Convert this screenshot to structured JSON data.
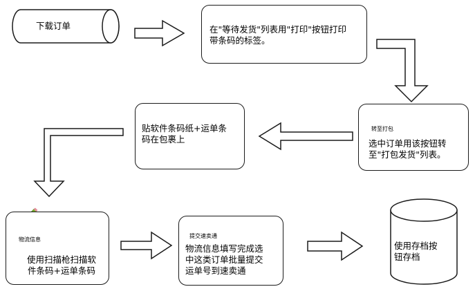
{
  "nodes": {
    "download": "下载订单",
    "print": "在\"等待发货\"列表用\"打印\"按钮打印\n带条码的标签。",
    "transfer": "选中订单用该按钮转\n至\"打包发货\"列表。",
    "paste": "贴软件条码纸+运单条\n码在包裹上",
    "scan": "使用扫描枪扫描软\n件条码+运单条码",
    "submit": "物流信息填写完成选\n中这类订单批量提交\n运单号到速卖通",
    "archive": "使用存档按\n钮存档"
  },
  "buttons": {
    "transfer_label": "转至打包",
    "logistics_label": "物流信息",
    "submit_label": "提交速卖通"
  },
  "icons": {
    "transfer": "truck-icon",
    "logistics": "pencil-icon",
    "submit": "green-arrow-icon"
  },
  "colors": {
    "stroke": "#1a1a1a",
    "truck": "#b5202a",
    "pencil": "#7bb030",
    "arrow_green": "#3aa43a"
  }
}
